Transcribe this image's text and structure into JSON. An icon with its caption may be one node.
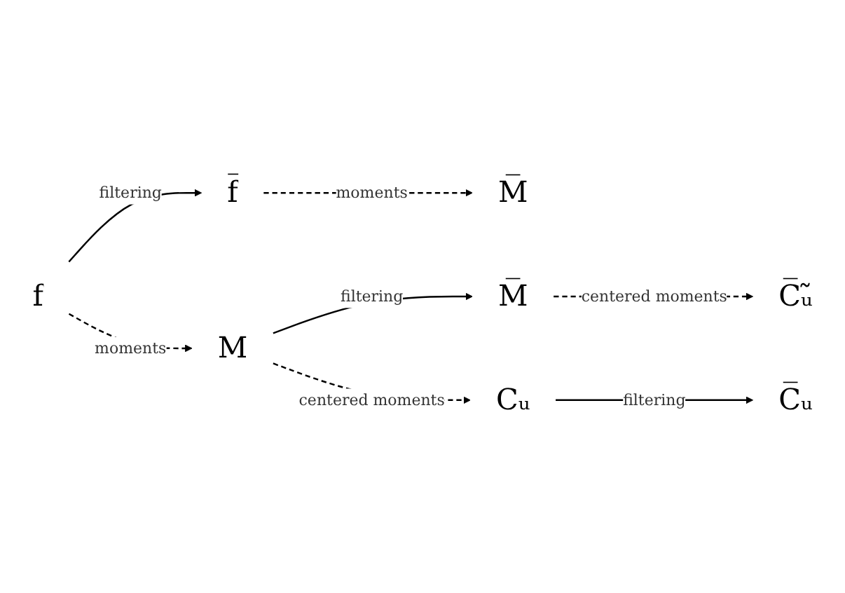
{
  "diagram": {
    "nodes": [
      {
        "text": [
          "f"
        ]
      },
      {
        "text": [
          "f̅"
        ]
      },
      {
        "text": [
          "M̅"
        ]
      },
      {
        "text": [
          "M"
        ]
      },
      {
        "text": [
          "M̅"
        ]
      },
      {
        "text": [
          "C̅ᵤ̃"
        ]
      },
      {
        "text": [
          "Cᵤ"
        ]
      },
      {
        "text": [
          "C̅ᵤ"
        ]
      }
    ],
    "edges": [
      {
        "from": 0,
        "to": 1,
        "arrow": "to",
        "label": "filtering"
      },
      {
        "from": 1,
        "to": 2,
        "arrow": "to",
        "label": "moments",
        "style": "dashed"
      },
      {
        "from": 0,
        "to": 3,
        "arrow": "to",
        "label": "moments",
        "style": "dashed"
      },
      {
        "from": 3,
        "to": 4,
        "arrow": "to",
        "label": "filtering"
      },
      {
        "from": 4,
        "to": 5,
        "arrow": "to",
        "label": "centered moments",
        "style": "dashed"
      },
      {
        "from": 3,
        "to": 6,
        "arrow": "to",
        "label": "centered moments",
        "style": "dashed"
      },
      {
        "from": 6,
        "to": 7,
        "arrow": "to",
        "label": "filtering"
      }
    ]
  }
}
